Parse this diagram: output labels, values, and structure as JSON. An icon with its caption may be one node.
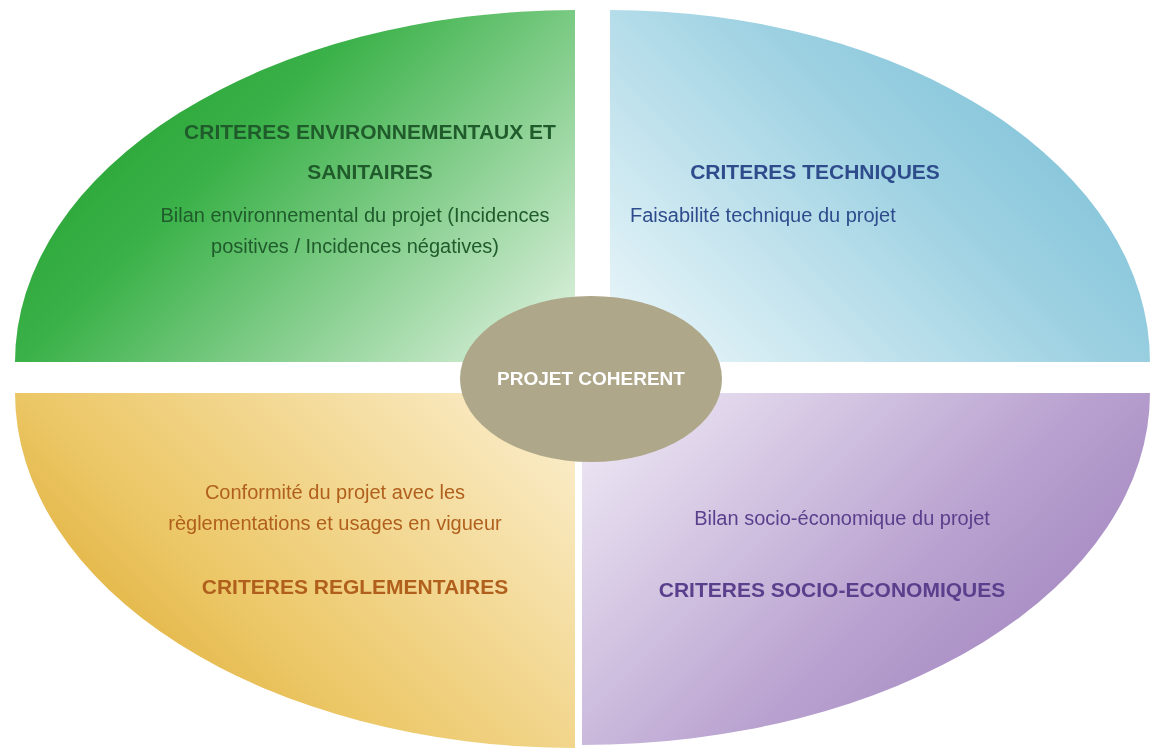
{
  "diagram": {
    "nodes": [
      {
        "text": [
          "CRITERES ENVIRONNEMENTAUX ET SANITAIRES",
          "Bilan environnemental du projet (Incidences positives / Incidences négatives)"
        ]
      },
      {
        "text": [
          "CRITERES TECHNIQUES",
          "Faisabilité technique du projet"
        ]
      },
      {
        "text": [
          "Conformité du projet avec les règlementations et usages en vigueur",
          "CRITERES REGLEMENTAIRES"
        ]
      },
      {
        "text": [
          "Bilan socio-économique du projet",
          "CRITERES SOCIO-ECONOMIQUES"
        ]
      },
      {
        "text": [
          "PROJET COHERENT"
        ]
      }
    ]
  }
}
